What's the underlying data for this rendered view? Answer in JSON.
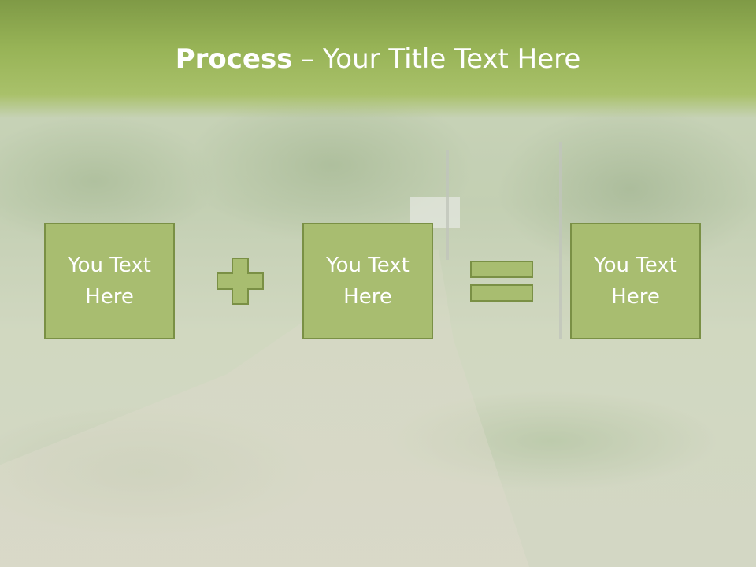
{
  "slide": {
    "title_bold": "Process",
    "title_rest": " – Your Title Text Here",
    "boxes": [
      {
        "text": "You Text\nHere"
      },
      {
        "text": "You Text\nHere"
      },
      {
        "text": "You Text\nHere"
      }
    ],
    "operators": [
      "plus-icon",
      "equals-icon"
    ]
  },
  "colors": {
    "title_band": "#97b356",
    "box_fill": "#a8bd70",
    "box_border": "#7a9045",
    "text": "#ffffff"
  }
}
